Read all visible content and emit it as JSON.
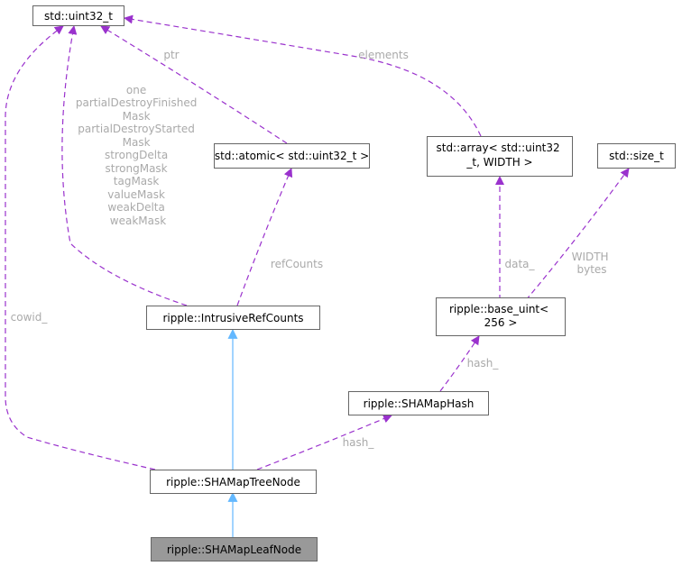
{
  "colors": {
    "member_edge": "#9a32cd",
    "inherit_edge": "#63b8ff",
    "highlight_fill": "#999999",
    "label_text": "#aaaaaa"
  },
  "nodes": {
    "uint32": "std::uint32_t",
    "atomic": "std::atomic< std::uint32_t >",
    "array": [
      "std::array< std::uint32",
      "_t, WIDTH >"
    ],
    "size_t": "std::size_t",
    "intrusive": "ripple::IntrusiveRefCounts",
    "base_uint": [
      "ripple::base_uint<",
      "256 >"
    ],
    "shamaphash": "ripple::SHAMapHash",
    "treenode": "ripple::SHAMapTreeNode",
    "leafnode": "ripple::SHAMapLeafNode"
  },
  "edge_labels": {
    "ptr": "ptr",
    "elements": "elements",
    "masks": [
      "one",
      "partialDestroyFinished",
      "Mask",
      "partialDestroyStarted",
      "Mask",
      "strongDelta",
      "strongMask",
      "tagMask",
      "valueMask",
      "weakDelta",
      "weakMask"
    ],
    "refcounts": "refCounts",
    "data": "data_",
    "width": [
      "WIDTH",
      "bytes"
    ],
    "cowid": "cowid_",
    "hash_upper": "hash_",
    "hash_lower": "hash_"
  }
}
